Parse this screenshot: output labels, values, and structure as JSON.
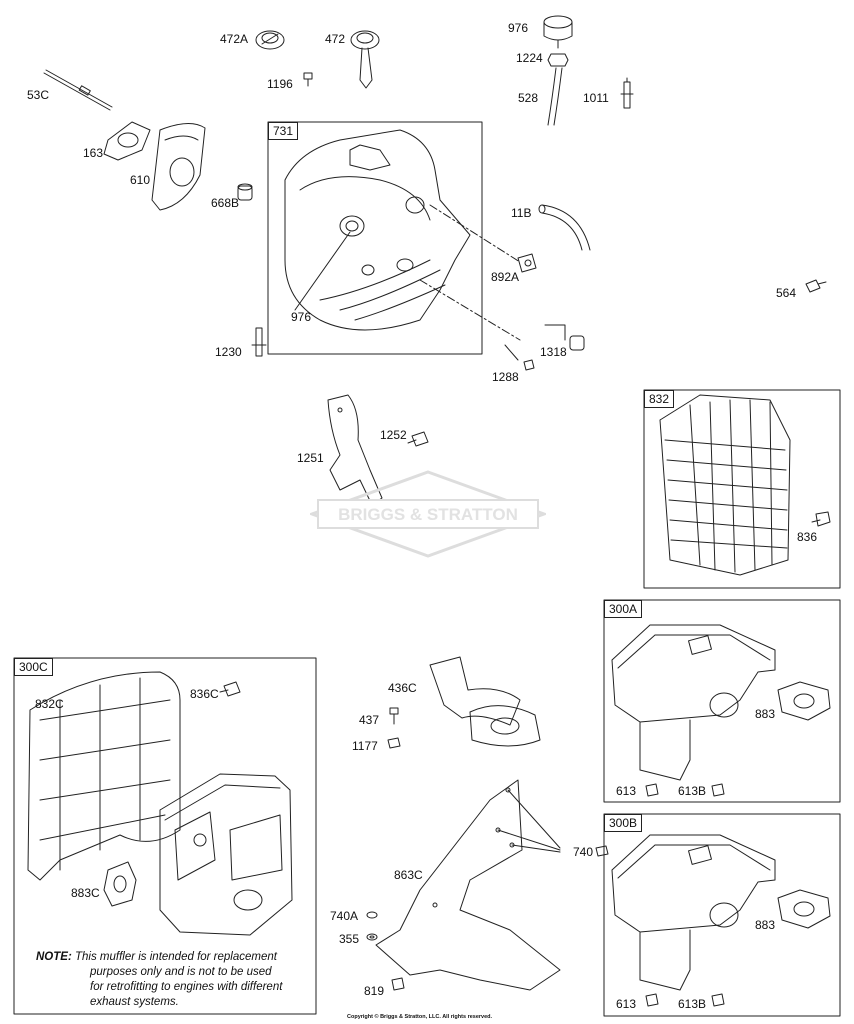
{
  "labels": {
    "p53c": "53C",
    "p163": "163",
    "p610": "610",
    "p668b": "668B",
    "p472a": "472A",
    "p472": "472",
    "p1196": "1196",
    "p976top": "976",
    "p1224": "1224",
    "p528": "528",
    "p1011": "1011",
    "p11b": "11B",
    "p892a": "892A",
    "p564": "564",
    "p976": "976",
    "p1230": "1230",
    "p1318": "1318",
    "p1288": "1288",
    "p1252": "1252",
    "p1251": "1251",
    "p836": "836",
    "p832c": "832C",
    "p836c": "836C",
    "p883c": "883C",
    "p436c": "436C",
    "p437": "437",
    "p1177": "1177",
    "p883a": "883",
    "p613a": "613",
    "p613ba": "613B",
    "p740": "740",
    "p863c": "863C",
    "p740a": "740A",
    "p355": "355",
    "p819": "819",
    "p883b": "883",
    "p613b": "613",
    "p613bb": "613B"
  },
  "boxes": {
    "b731": "731",
    "b832": "832",
    "b300c": "300C",
    "b300a": "300A",
    "b300b": "300B"
  },
  "note": {
    "prefix": "NOTE:",
    "line1": "This muffler is intended for replacement",
    "line2": "purposes only and is not to be used",
    "line3": "for retrofitting to engines with different",
    "line4": "exhaust systems."
  },
  "watermark": "BRIGGS & STRATTON",
  "copyright": "Copyright © Briggs & Stratton, LLC. All rights reserved."
}
